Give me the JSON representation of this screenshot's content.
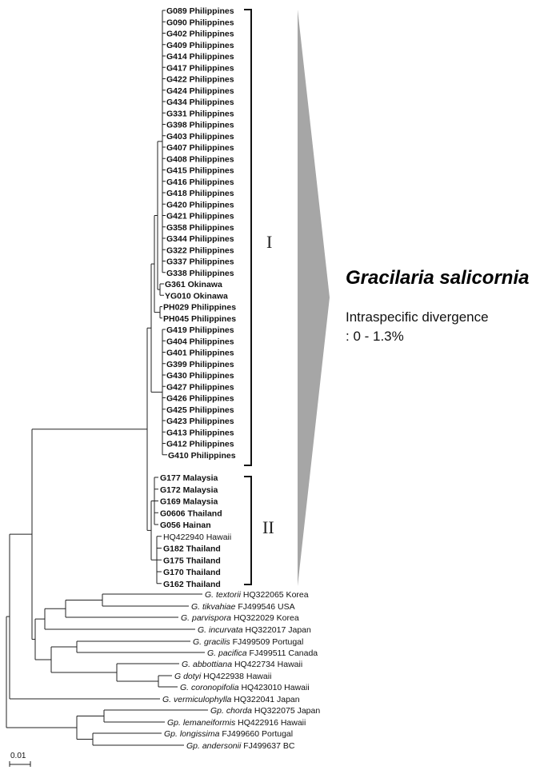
{
  "tree": {
    "clade_I_taxa": [
      "G089 Philippines",
      "G090 Philippines",
      "G402 Philippines",
      "G409 Philippines",
      "G414 Philippines",
      "G417 Philippines",
      "G422 Philippines",
      "G424 Philippines",
      "G434 Philippines",
      "G331 Philippines",
      "G398 Philippines",
      "G403 Philippines",
      "G407 Philippines",
      "G408 Philippines",
      "G415 Philippines",
      "G416 Philippines",
      "G418 Philippines",
      "G420 Philippines",
      "G421 Philippines",
      "G358 Philippines",
      "G344 Philippines",
      "G322 Philippines",
      "G337 Philippines",
      "G338 Philippines",
      "G361 Okinawa",
      "YG010 Okinawa",
      "PH029 Philippines",
      "PH045 Philippines",
      "G419 Philippines",
      "G404 Philippines",
      "G401 Philippines",
      "G399 Philippines",
      "G430 Philippines",
      "G427 Philippines",
      "G426 Philippines",
      "G425 Philippines",
      "G423 Philippines",
      "G413 Philippines",
      "G412 Philippines",
      "G410 Philippines"
    ],
    "clade_II_taxa": [
      {
        "label": "G177 Malaysia",
        "bold": true
      },
      {
        "label": "G172 Malaysia",
        "bold": true
      },
      {
        "label": "G169 Malaysia",
        "bold": true
      },
      {
        "label": "G0606 Thailand",
        "bold": true
      },
      {
        "label": "G056 Hainan",
        "bold": true
      },
      {
        "label": "HQ422940 Hawaii",
        "bold": false
      },
      {
        "label": "G182 Thailand",
        "bold": true
      },
      {
        "label": "G175 Thailand",
        "bold": true
      },
      {
        "label": "G170 Thailand",
        "bold": true
      },
      {
        "label": "G162 Thailand",
        "bold": true
      }
    ],
    "outgroup_taxa": [
      {
        "species": "G. textorii",
        "acc": "HQ322065 Korea"
      },
      {
        "species": "G. tikvahiae",
        "acc": "FJ499546 USA"
      },
      {
        "species": "G. parvispora",
        "acc": "HQ322029 Korea"
      },
      {
        "species": "G. incurvata",
        "acc": "HQ322017 Japan"
      },
      {
        "species": "G. gracilis",
        "acc": "FJ499509 Portugal"
      },
      {
        "species": "G. pacifica",
        "acc": "FJ499511 Canada"
      },
      {
        "species": "G. abbottiana",
        "acc": "HQ422734 Hawaii"
      },
      {
        "species": "G dotyi",
        "acc": "HQ422938 Hawaii"
      },
      {
        "species": "G. coronopifolia",
        "acc": "HQ423010 Hawaii"
      },
      {
        "species": "G. vermiculophylla",
        "acc": "HQ322041 Japan"
      },
      {
        "species": "Gp. chorda",
        "acc": "HQ322075 Japan"
      },
      {
        "species": "Gp. lemaneiformis",
        "acc": "HQ422916 Hawaii"
      },
      {
        "species": "Gp. longissima",
        "acc": "FJ499660 Portugal"
      },
      {
        "species": "Gp. andersonii",
        "acc": "FJ499637 BC"
      }
    ],
    "clade_labels": {
      "one": "I",
      "two": "II"
    },
    "scale_bar_label": "0.01"
  },
  "annotation": {
    "species_name": "Gracilaria salicornia",
    "divergence_line1": "Intraspecific divergence",
    "divergence_line2": ": 0 - 1.3%",
    "wedge_color": "#a6a6a6"
  }
}
